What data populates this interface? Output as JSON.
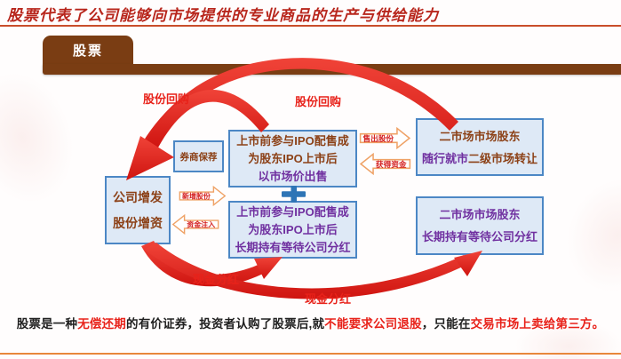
{
  "header": {
    "title": "股票代表了公司能够向市场提供的专业商品的生产与供给能力",
    "tab_label": "股票"
  },
  "diagram": {
    "company_box": {
      "lines": [
        "公司增发",
        "股份增资"
      ]
    },
    "broker_box": {
      "label": "券商保荐"
    },
    "ipo_sell_box": {
      "lines": [
        "上市前参与IPO配售成",
        "为股东IPO上市后",
        "以市场价出售"
      ]
    },
    "ipo_hold_box": {
      "lines": [
        "上市前参与IPO配售成",
        "为股东IPO上市后",
        "长期持有等待公司分红"
      ]
    },
    "secondary_sell_box": {
      "line1": "二市场市场股东",
      "line2_part1": "随行就市",
      "line2_part2": "二级市场转让"
    },
    "secondary_hold_box": {
      "lines": [
        "二市场市场股东",
        "长期持有等待公司分红"
      ]
    },
    "labels": {
      "buyback_left": "股份回购",
      "buyback_right": "股份回购",
      "dividend_left": "现金分红",
      "dividend_right": "现金分红"
    },
    "small_arrows": {
      "new_shares": "新增股份",
      "capital_in": "资金注入",
      "sell_shares": "售出股份",
      "receive_funds": "获得资金"
    },
    "plus_icon": "plus"
  },
  "footer": {
    "segments": [
      {
        "text": "股票是一种",
        "color": "dark"
      },
      {
        "text": "无偿还期",
        "color": "red"
      },
      {
        "text": "的有价证券，投资者认购了股票后,就",
        "color": "dark"
      },
      {
        "text": "不能要求公司退股",
        "color": "red"
      },
      {
        "text": "，只能在",
        "color": "dark"
      },
      {
        "text": "交易市场上卖给第三方。",
        "color": "red"
      }
    ]
  },
  "colors": {
    "brand_brown": "#7a3d13",
    "title_red": "#b8261c",
    "box_fill": "#dee9f6",
    "box_border": "#4c87c5",
    "text_brown": "#8c4117",
    "text_purple": "#7030a0",
    "label_red": "#e8221a",
    "flow_arrow_red": "#e02521",
    "small_arrow_border": "#efa266",
    "plus_blue": "#2e75b6"
  }
}
